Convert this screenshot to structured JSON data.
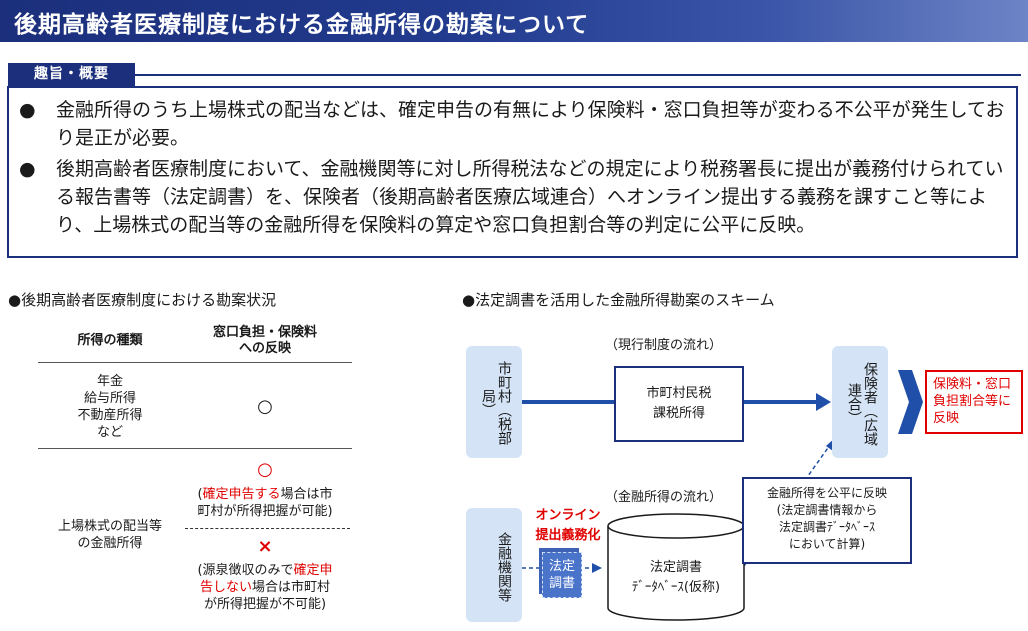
{
  "header": {
    "title": "後期高齢者医療制度における金融所得の勘案について"
  },
  "summary": {
    "label": "趣旨・概要",
    "bullet1": "金融所得のうち上場株式の配当などは、確定申告の有無により保険料・窓口負担等が変わる不公平が発生しており是正が必要。",
    "bullet2": "後期高齢者医療制度において、金融機関等に対し所得税法などの規定により税務署長に提出が義務付けられている報告書等（法定調書）を、保険者（後期高齢者医療広域連合）へオンライン提出する義務を課すこと等により、上場株式の配当等の金融所得を保険料の算定や窓口負担割合等の判定に公平に反映。"
  },
  "left_section": {
    "title": "●後期高齢者医療制度における勘案状況",
    "col1_header": "所得の種類",
    "col2_header_line1": "窓口負担・保険料",
    "col2_header_line2": "への反映",
    "row1_income": [
      "年金",
      "給与所得",
      "不動産所得",
      "など"
    ],
    "row1_mark": "○",
    "row2_income": [
      "上場株式の配当等",
      "の金融所得"
    ],
    "row2_mark_a": "○",
    "row2_note_a_red": "確定申告する",
    "row2_note_a_rest1": "場合は市",
    "row2_note_a_line2": "町村が所得把握が可能)",
    "row2_mark_b": "×",
    "row2_note_b_pre": "(源泉徴収のみで",
    "row2_note_b_red1": "確定申",
    "row2_note_b_red2": "告しない",
    "row2_note_b_rest": "場合は市町村",
    "row2_note_b_line3": "が所得把握が不可能)"
  },
  "right_section": {
    "title": "●法定調書を活用した金融所得勘案のスキーム",
    "current_flow_label": "（現行制度の流れ）",
    "municipal_tax_office": "市町村（税部局）",
    "municipal_tax_box": [
      "市町村民税",
      "課税所得"
    ],
    "insurer": "保険者（広域連合）",
    "result_box": [
      "保険料・窓口",
      "負担割合等に",
      "反映"
    ],
    "financial_flow_label": "（金融所得の流れ）",
    "financial_institution": "金融機関等",
    "online_label": [
      "オンライン",
      "提出義務化"
    ],
    "docs_label": [
      "法定",
      "調書"
    ],
    "database": [
      "法定調書",
      "ﾃﾞｰﾀﾍﾞｰｽ(仮称)"
    ],
    "fair_box": [
      "金融所得を公平に反映",
      "(法定調書情報から",
      "法定調書ﾃﾞｰﾀﾍﾞｰｽ",
      "において計算)"
    ],
    "colors": {
      "navy": "#1b2f7c",
      "arrow": "#1f4fa8",
      "light_blue": "#d4e4f6",
      "red": "#e00000"
    }
  }
}
